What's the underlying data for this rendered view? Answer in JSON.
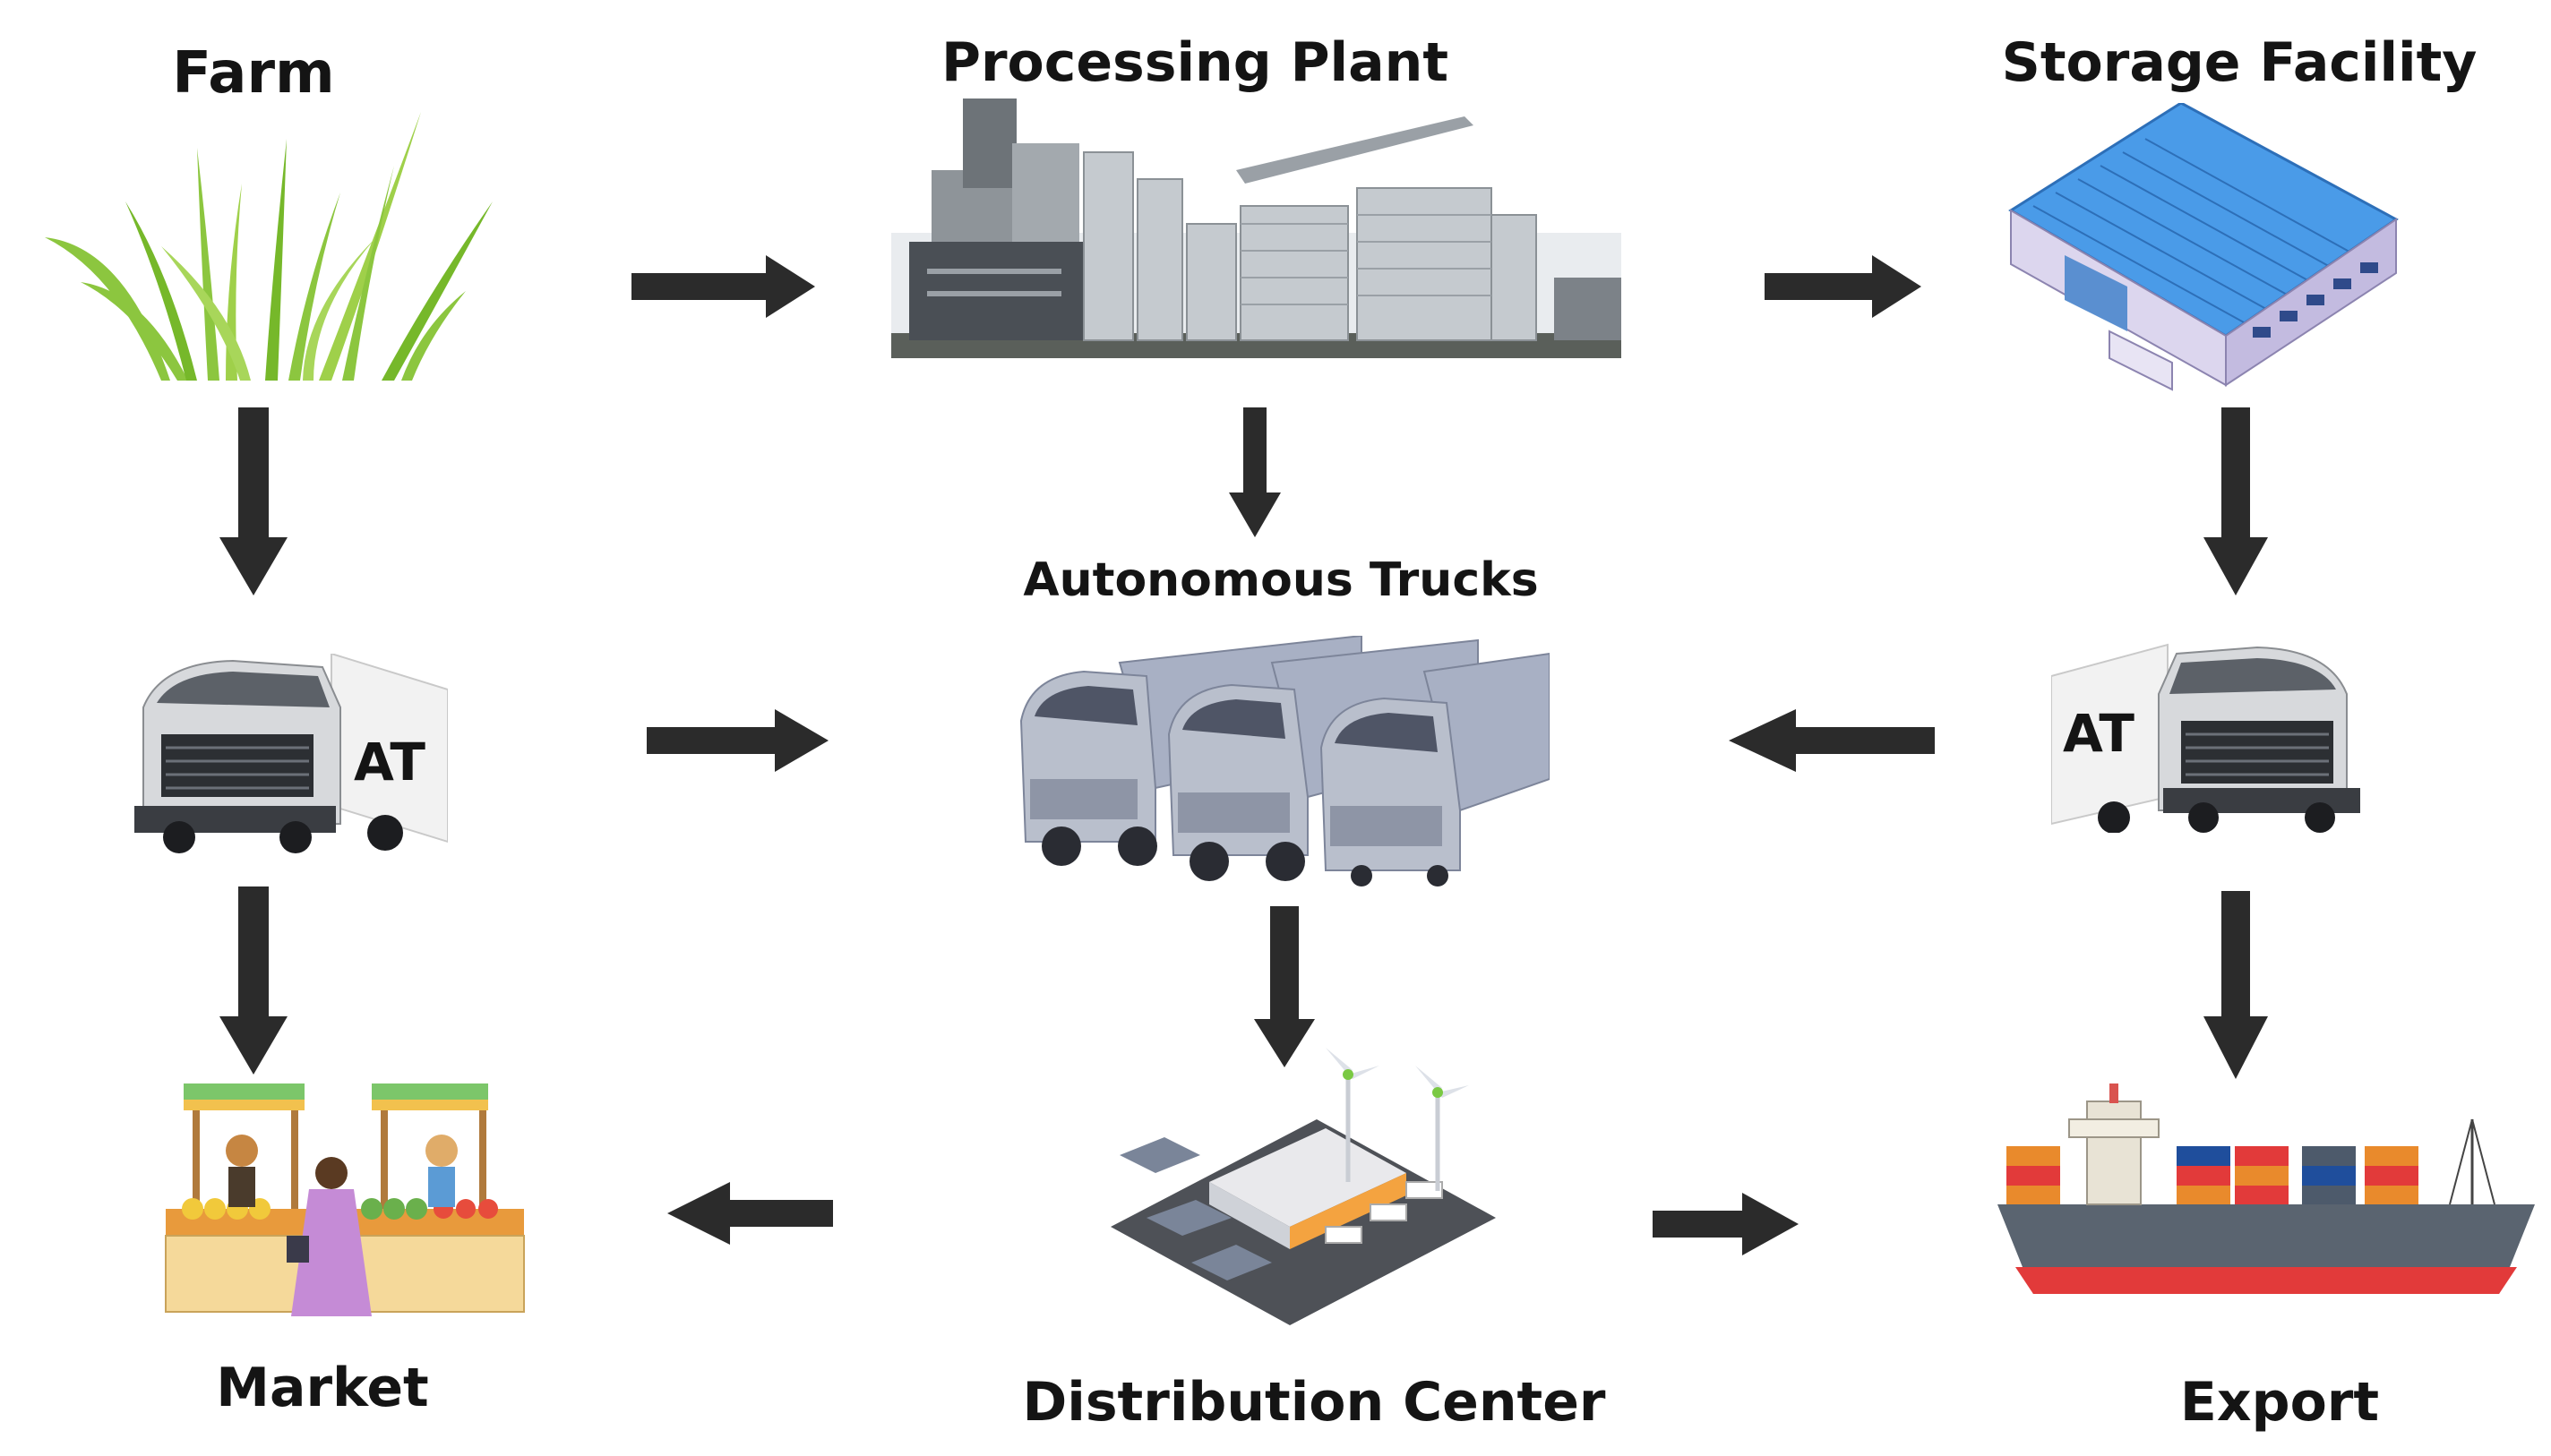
{
  "nodes": {
    "farm": {
      "label": "Farm",
      "icon": "grass-icon"
    },
    "processing_plant": {
      "label": "Processing Plant",
      "icon": "factory-silo-icon"
    },
    "storage_facility": {
      "label": "Storage Facility",
      "icon": "warehouse-icon"
    },
    "truck_left": {
      "badge": "AT",
      "icon": "autonomous-truck-icon"
    },
    "autonomous_trucks": {
      "label": "Autonomous Trucks",
      "icon": "truck-fleet-icon"
    },
    "truck_right": {
      "badge": "AT",
      "icon": "autonomous-truck-icon"
    },
    "market": {
      "label": "Market",
      "icon": "market-stall-icon"
    },
    "distribution_center": {
      "label": "Distribution Center",
      "icon": "distribution-center-icon"
    },
    "export": {
      "label": "Export",
      "icon": "cargo-ship-icon"
    }
  },
  "edges": [
    {
      "from": "Farm",
      "to": "Processing Plant"
    },
    {
      "from": "Processing Plant",
      "to": "Storage Facility"
    },
    {
      "from": "Farm",
      "to": "AT (left)"
    },
    {
      "from": "Processing Plant",
      "to": "Autonomous Trucks"
    },
    {
      "from": "Storage Facility",
      "to": "AT (right)"
    },
    {
      "from": "AT (left)",
      "to": "Autonomous Trucks"
    },
    {
      "from": "AT (right)",
      "to": "Autonomous Trucks"
    },
    {
      "from": "AT (left)",
      "to": "Market"
    },
    {
      "from": "Autonomous Trucks",
      "to": "Distribution Center"
    },
    {
      "from": "AT (right)",
      "to": "Export"
    },
    {
      "from": "Distribution Center",
      "to": "Market"
    },
    {
      "from": "Distribution Center",
      "to": "Export"
    }
  ],
  "colors": {
    "arrow": "#2b2b2b",
    "grass": "#8cc63f",
    "warehouse_roof": "#4a9be8",
    "truck_body": "#b9bfcc",
    "ship_hull": "#5a6470",
    "ship_waterline": "#e23a3a"
  }
}
